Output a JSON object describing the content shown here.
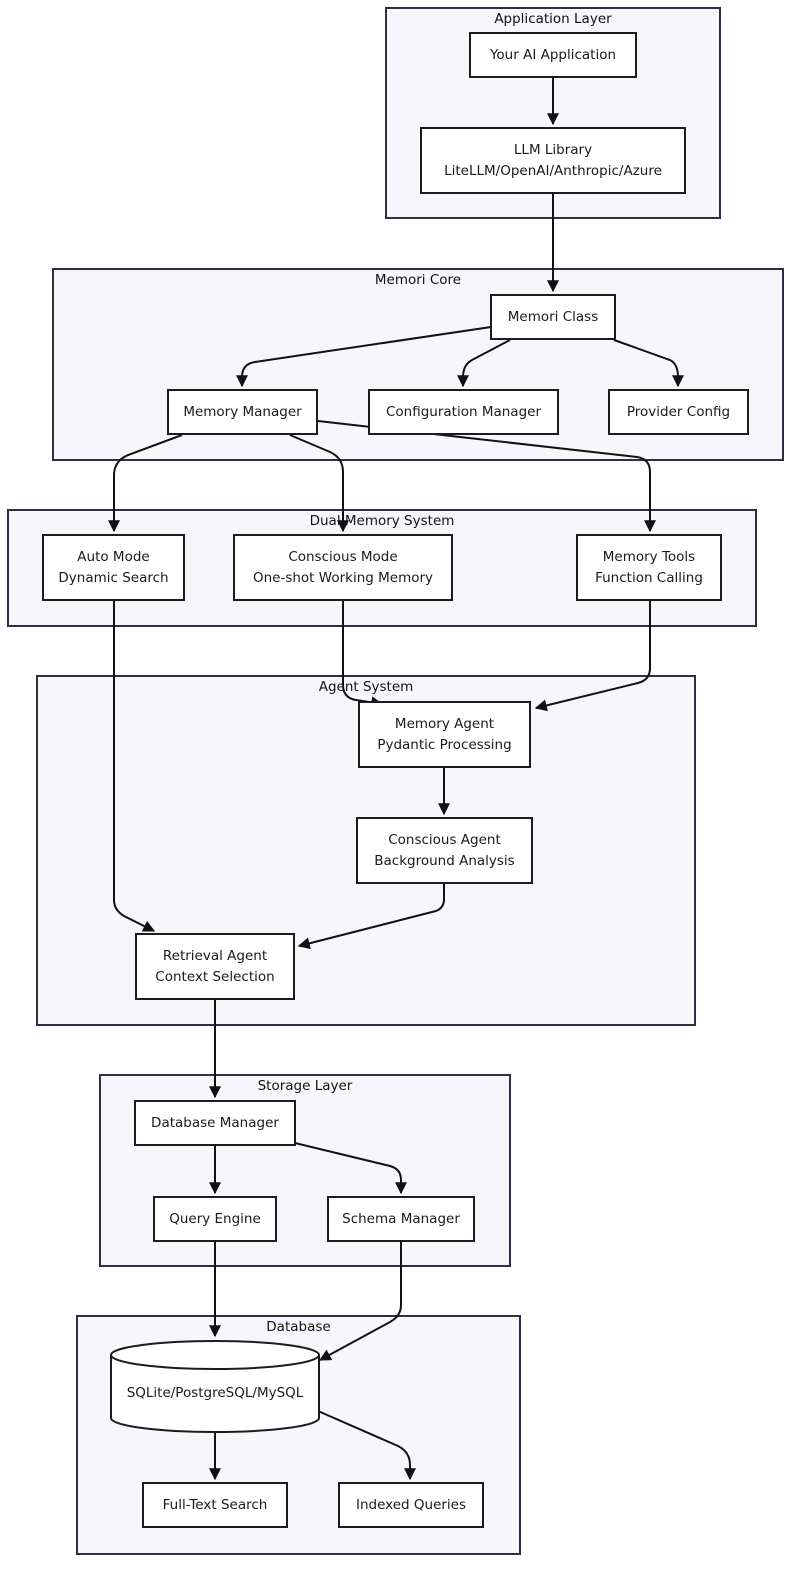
{
  "clusters": {
    "application": "Application Layer",
    "core": "Memori Core",
    "dual": "Dual Memory System",
    "agent": "Agent System",
    "storage": "Storage Layer",
    "database": "Database"
  },
  "nodes": {
    "your_ai_app": [
      "Your AI Application"
    ],
    "llm_library": [
      "LLM Library",
      "LiteLLM/OpenAI/Anthropic/Azure"
    ],
    "memori_class": [
      "Memori Class"
    ],
    "memory_manager": [
      "Memory Manager"
    ],
    "configuration_manager": [
      "Configuration Manager"
    ],
    "provider_config": [
      "Provider Config"
    ],
    "auto_mode": [
      "Auto Mode",
      "Dynamic Search"
    ],
    "conscious_mode": [
      "Conscious Mode",
      "One-shot Working Memory"
    ],
    "memory_tools": [
      "Memory Tools",
      "Function Calling"
    ],
    "memory_agent": [
      "Memory Agent",
      "Pydantic Processing"
    ],
    "conscious_agent": [
      "Conscious Agent",
      "Background Analysis"
    ],
    "retrieval_agent": [
      "Retrieval Agent",
      "Context Selection"
    ],
    "database_manager": [
      "Database Manager"
    ],
    "query_engine": [
      "Query Engine"
    ],
    "schema_manager": [
      "Schema Manager"
    ],
    "sql_db": [
      "SQLite/PostgreSQL/MySQL"
    ],
    "full_text_search": [
      "Full-Text Search"
    ],
    "indexed_queries": [
      "Indexed Queries"
    ]
  }
}
